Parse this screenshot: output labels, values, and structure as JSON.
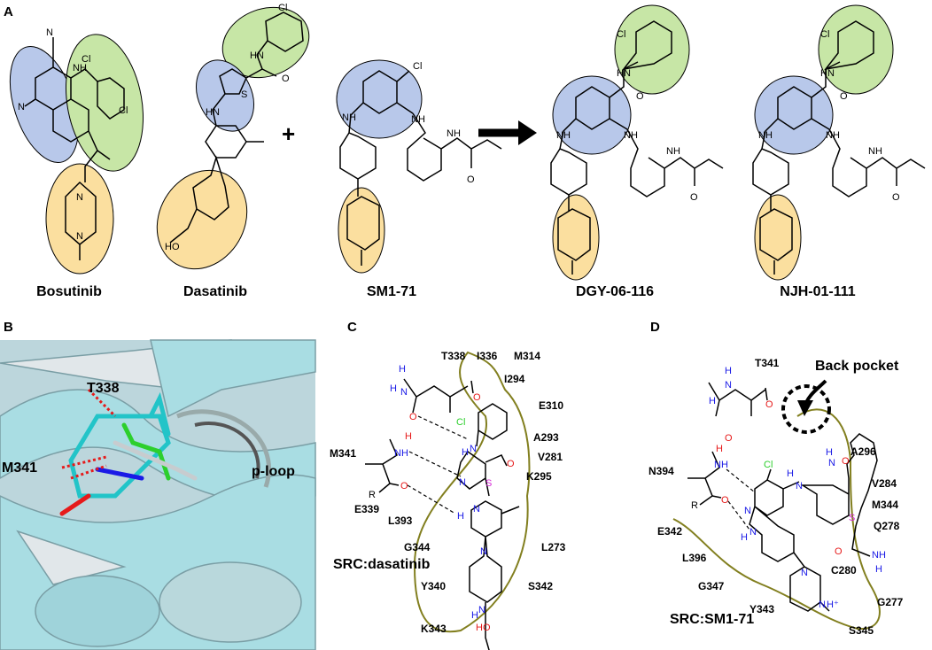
{
  "colors": {
    "hinge_blue": "#b8c8ea",
    "solvent_yellow": "#fbdf9f",
    "back_green": "#c7e6a6",
    "protein_cyan": "#a9dde3",
    "ligand_cyan": "#22c4c8",
    "pocket_olive": "#827f1f",
    "n_blue": "#1a1ae6",
    "o_red": "#e61a1a",
    "s_magenta": "#d62ad6",
    "cl_green": "#2ccf2c"
  },
  "panels": {
    "a": {
      "label": "A",
      "plus": "+",
      "compounds": [
        "Bosutinib",
        "Dasatinib",
        "SM1-71",
        "DGY-06-116",
        "NJH-01-111"
      ]
    },
    "b": {
      "label": "B",
      "annotations": [
        "T338",
        "M341",
        "p-loop"
      ]
    },
    "c": {
      "label": "C",
      "title": "SRC:dasatinib",
      "residues": [
        "T338",
        "I336",
        "M314",
        "I294",
        "E310",
        "A293",
        "V281",
        "K295",
        "M341",
        "E339",
        "L393",
        "G344",
        "L273",
        "Y340",
        "S342",
        "K343"
      ],
      "atoms": {
        "n": "N",
        "h": "H",
        "o": "O",
        "s": "S",
        "cl": "Cl",
        "r": "R",
        "nh": "NH",
        "ho": "HO",
        "nplus": "N",
        "hplus": "H"
      }
    },
    "d": {
      "label": "D",
      "title": "SRC:SM1-71",
      "back_pocket": "Back pocket",
      "residues": [
        "T341",
        "A296",
        "V284",
        "N394",
        "M344",
        "Q278",
        "E342",
        "L396",
        "C280",
        "G347",
        "Y343",
        "G277",
        "S345"
      ],
      "atoms": {
        "n": "N",
        "h": "H",
        "o": "O",
        "s": "S",
        "cl": "Cl",
        "r": "R",
        "nh": "NH",
        "nh2": "NH",
        "nplus": "N",
        "hplus": "H"
      }
    }
  }
}
